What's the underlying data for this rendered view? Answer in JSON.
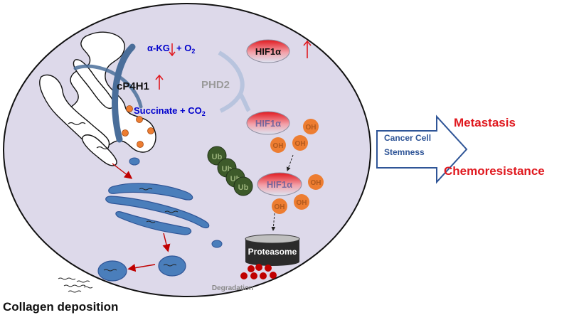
{
  "labels": {
    "akg_o2": "α-KG",
    "plus_o2": "+ O",
    "o2_sub": "2",
    "cp4h1": "cP4H1",
    "succinate": "Succinate + CO",
    "co2_sub": "2",
    "phd2": "PHD2",
    "hif1a": "HIF1α",
    "oh": "OH",
    "ub": "Ub",
    "proteasome": "Proteasome",
    "degradation": "Degradation",
    "cancer_stemness_1": "Cancer Cell",
    "cancer_stemness_2": "Stemness",
    "metastasis": "Metastasis",
    "chemoresistance": "Chemoresistance",
    "collagen": "Collagen deposition"
  },
  "colors": {
    "cell_fill": "#ddd9ea",
    "er_blue": "#4a7ebb",
    "dark_blue": "#2f5597",
    "label_blue": "#0000cc",
    "red": "#e0191f",
    "orange": "#ed7d31",
    "ub_green": "#3d5a2a",
    "gray_text": "#888888"
  }
}
